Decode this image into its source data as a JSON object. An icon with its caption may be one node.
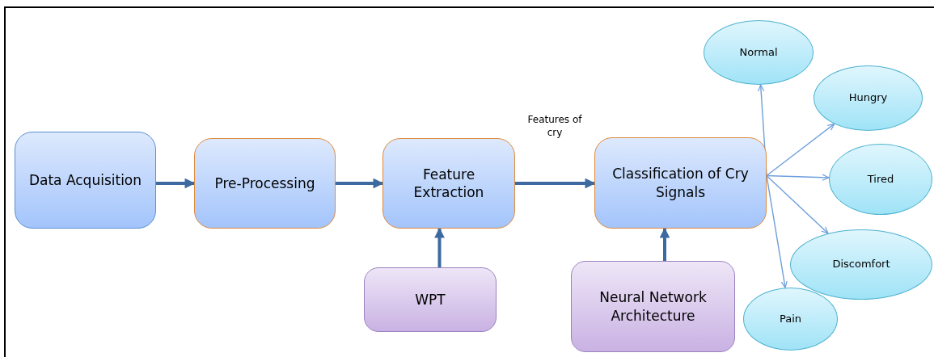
{
  "diagram": {
    "nodes": [
      {
        "text": [
          "Data Acquisition"
        ]
      },
      {
        "text": [
          "Pre-Processing"
        ]
      },
      {
        "text": [
          "Feature Extraction"
        ]
      },
      {
        "text": [
          "WPT"
        ]
      },
      {
        "text": [
          "Classification of Cry Signals"
        ]
      },
      {
        "text": [
          "Neural Network Architecture"
        ]
      },
      {
        "text": [
          "Normal"
        ]
      },
      {
        "text": [
          "Hungry"
        ]
      },
      {
        "text": [
          "Tired"
        ]
      },
      {
        "text": [
          "Discomfort"
        ]
      },
      {
        "text": [
          "Pain"
        ]
      }
    ],
    "edges": [
      {
        "from": 0,
        "to": 1,
        "arrow": "to",
        "style": "thick"
      },
      {
        "from": 1,
        "to": 2,
        "arrow": "to",
        "style": "thick"
      },
      {
        "from": 2,
        "to": 4,
        "arrow": "to",
        "style": "thick",
        "label": "Features of cry"
      },
      {
        "from": 3,
        "to": 2,
        "arrow": "to",
        "style": "thick"
      },
      {
        "from": 5,
        "to": 4,
        "arrow": "to",
        "style": "thick"
      },
      {
        "from": 4,
        "to": 6,
        "arrow": "to",
        "color": "#6f9fdc"
      },
      {
        "from": 4,
        "to": 7,
        "arrow": "to",
        "color": "#6f9fdc"
      },
      {
        "from": 4,
        "to": 8,
        "arrow": "to",
        "color": "#6f9fdc"
      },
      {
        "from": 4,
        "to": 9,
        "arrow": "to",
        "color": "#6f9fdc"
      },
      {
        "from": 4,
        "to": 10,
        "arrow": "to",
        "color": "#6f9fdc"
      }
    ]
  }
}
